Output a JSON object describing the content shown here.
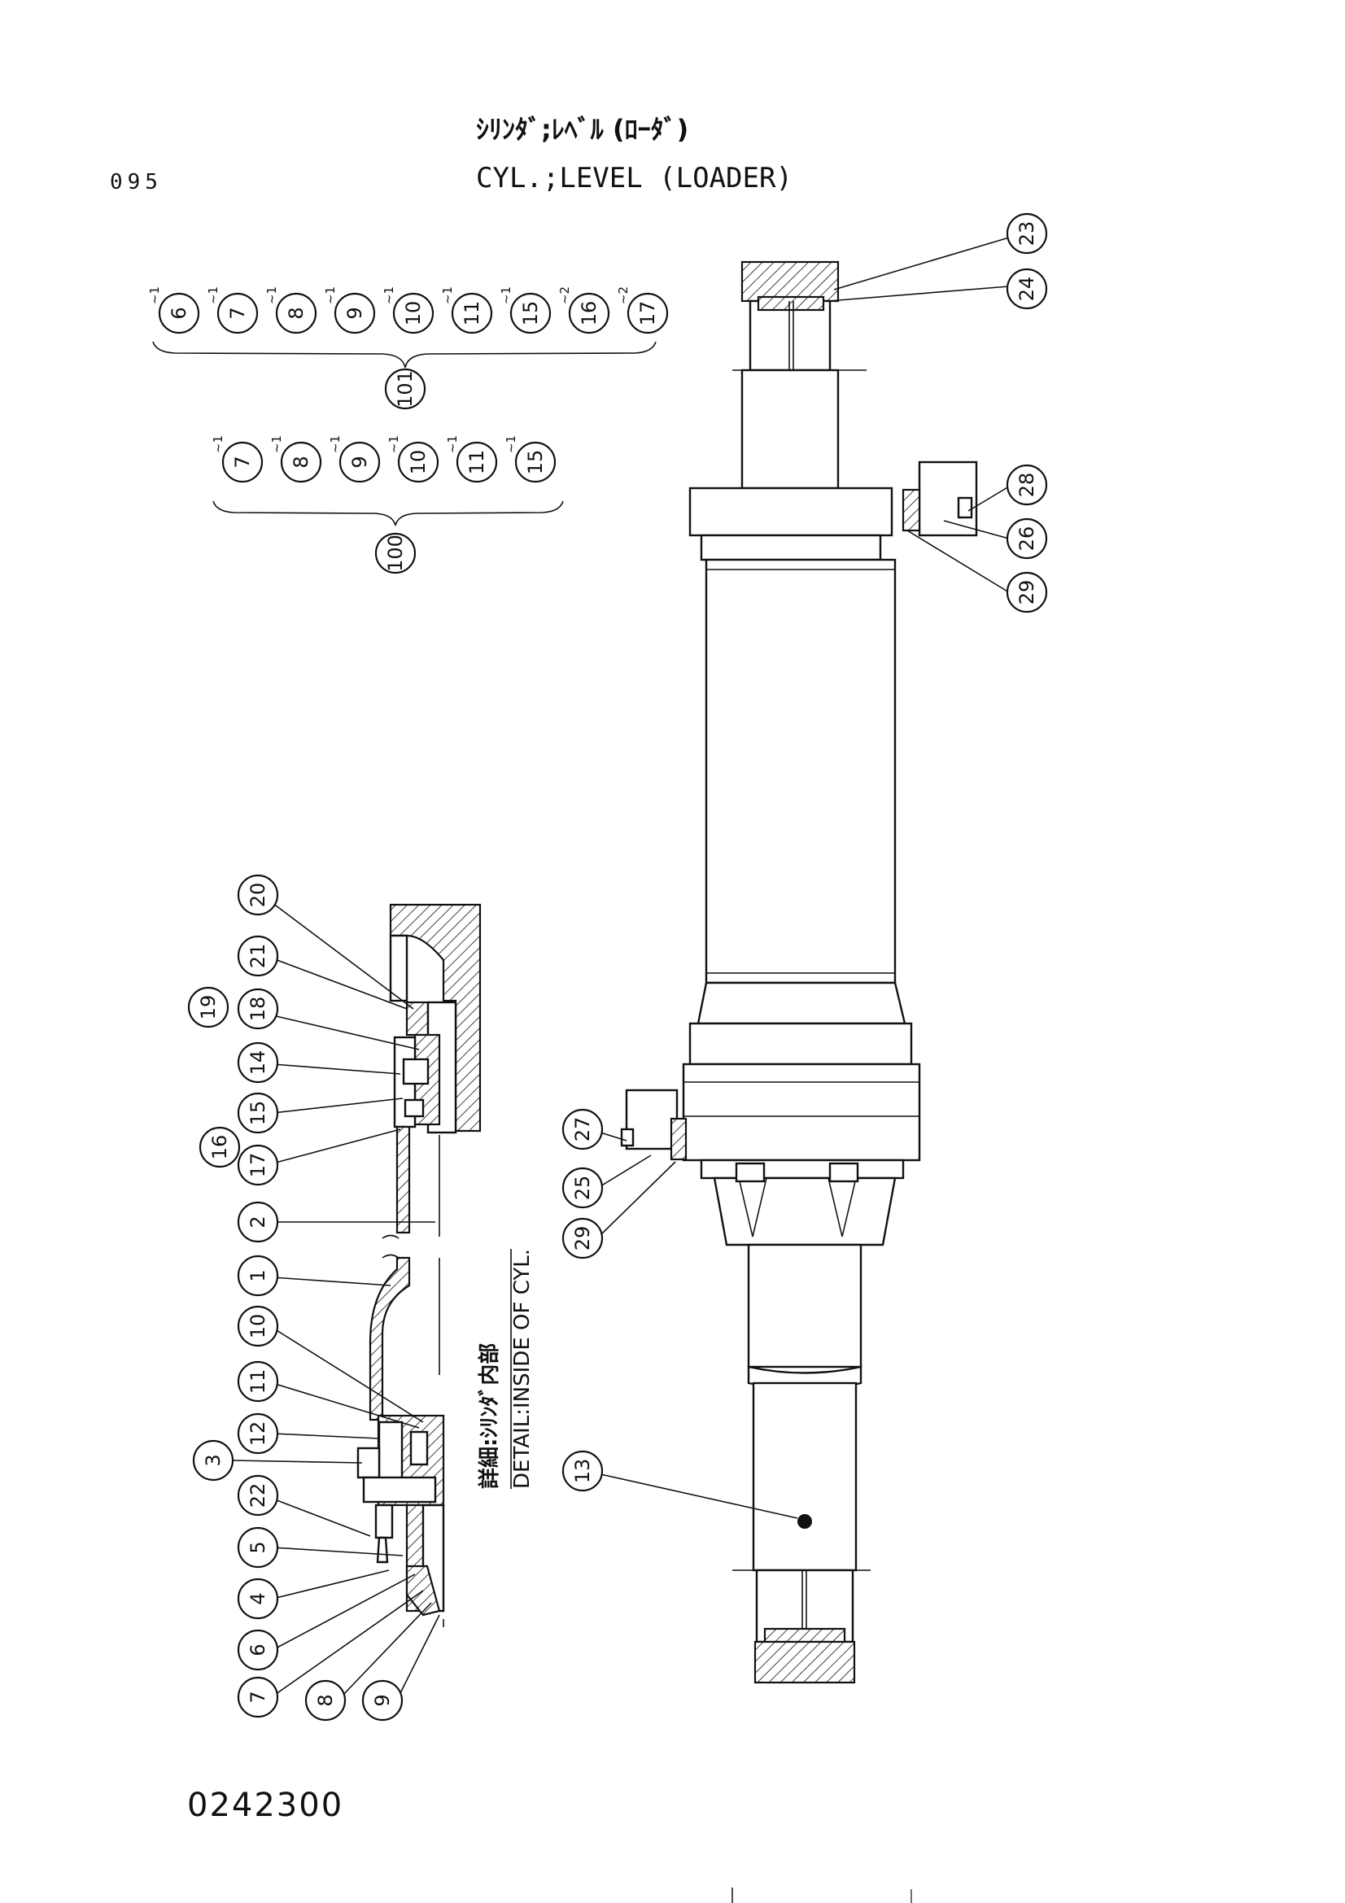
{
  "sheet_number": "095",
  "title_jp": "ｼﾘﾝﾀﾞ;ﾚﾍﾞﾙ (ﾛｰﾀﾞ)",
  "title_en": "CYL.;LEVEL (LOADER)",
  "drawing_number": "0242300",
  "detail_label_jp": "詳細:ｼﾘﾝﾀﾞ内部",
  "detail_label_en": "DETAIL:INSIDE OF CYL.",
  "kit_101": {
    "label": "101",
    "items": [
      {
        "num": "6",
        "qty": "1"
      },
      {
        "num": "7",
        "qty": "1"
      },
      {
        "num": "8",
        "qty": "1"
      },
      {
        "num": "9",
        "qty": "1"
      },
      {
        "num": "10",
        "qty": "1"
      },
      {
        "num": "11",
        "qty": "1"
      },
      {
        "num": "15",
        "qty": "1"
      },
      {
        "num": "16",
        "qty": "2"
      },
      {
        "num": "17",
        "qty": "2"
      }
    ]
  },
  "kit_100": {
    "label": "100",
    "items": [
      {
        "num": "7",
        "qty": "1"
      },
      {
        "num": "8",
        "qty": "1"
      },
      {
        "num": "9",
        "qty": "1"
      },
      {
        "num": "10",
        "qty": "1"
      },
      {
        "num": "11",
        "qty": "1"
      },
      {
        "num": "15",
        "qty": "1"
      }
    ]
  },
  "callouts_main": [
    "23",
    "24",
    "28",
    "26",
    "29",
    "27",
    "25",
    "29",
    "13"
  ],
  "callouts_detail": [
    "20",
    "21",
    "19",
    "18",
    "14",
    "15",
    "16",
    "17",
    "2",
    "1",
    "10",
    "11",
    "12",
    "3",
    "22",
    "5",
    "4",
    "6",
    "7",
    "8",
    "9"
  ]
}
